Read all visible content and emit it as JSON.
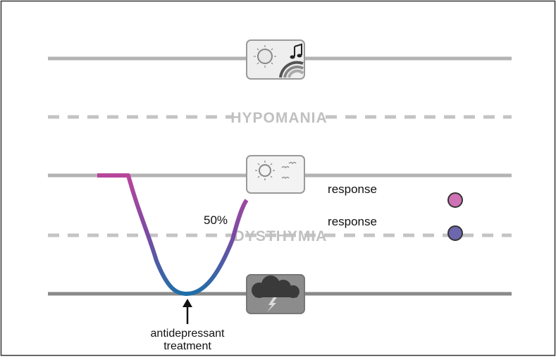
{
  "levels": {
    "hypomania_label": "HYPOMANIA",
    "dysthymia_label": "DYSTHYMIA"
  },
  "annotations": {
    "upper_response_label": "response",
    "lower_response_label": "response",
    "percent_label": "50%",
    "treatment_label_line1": "antidepressant",
    "treatment_label_line2": "treatment"
  },
  "icons": {
    "top": "sun-and-rainbow-with-music-note-icon",
    "middle": "sun-and-birds-icon",
    "bottom": "storm-cloud-with-lightning-icon"
  },
  "colors": {
    "solid_line": "#b3b3b3",
    "dark_line": "#8a8a8a",
    "dashed_line": "#c4c4c4",
    "label_gray": "#c0c0c0",
    "magenta": "#b8469b",
    "purple": "#5d4a9e",
    "blue": "#1f6fa8",
    "end_pink": "#cf72b5",
    "end_blue": "#6d67ad"
  }
}
